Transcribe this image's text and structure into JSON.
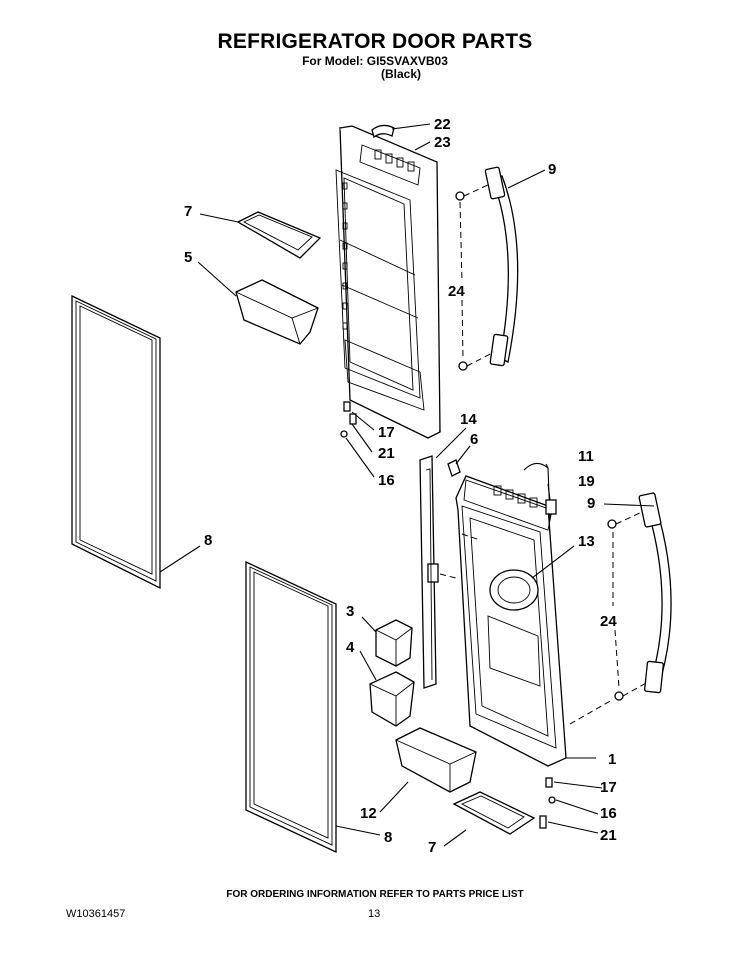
{
  "header": {
    "title": "REFRIGERATOR DOOR PARTS",
    "model_line": "For Model: GI5SVAXVB03",
    "color_line": "(Black)"
  },
  "footer": {
    "ordering_note": "FOR ORDERING INFORMATION REFER TO PARTS PRICE LIST",
    "doc_number": "W10361457",
    "page_number": "13"
  },
  "callouts": {
    "c22": "22",
    "c23": "23",
    "c9a": "9",
    "c7a": "7",
    "c5": "5",
    "c24a": "24",
    "c17a": "17",
    "c21a": "21",
    "c16a": "16",
    "c14": "14",
    "c6": "6",
    "c11": "11",
    "c19": "19",
    "c9b": "9",
    "c13": "13",
    "c8a": "8",
    "c3": "3",
    "c4": "4",
    "c24b": "24",
    "c1": "1",
    "c17b": "17",
    "c16b": "16",
    "c12": "12",
    "c21b": "21",
    "c8b": "8",
    "c7b": "7"
  }
}
